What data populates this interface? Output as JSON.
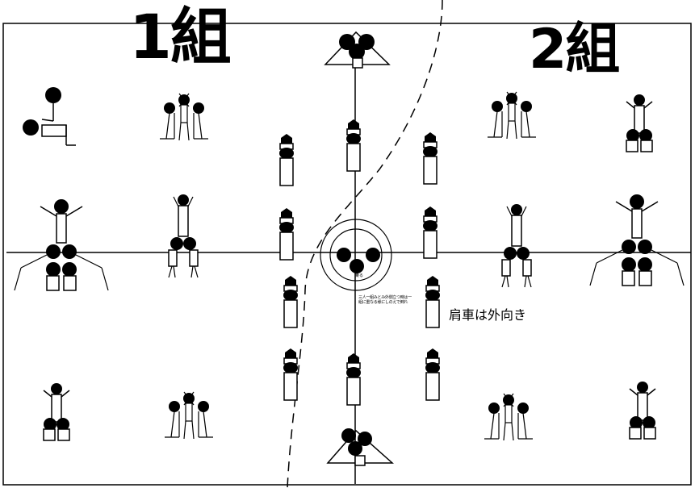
{
  "group_left_title": "1組",
  "group_right_title": "2組",
  "annotation": "肩車は外向き",
  "center_label": "乗る",
  "center_note": "三人一組みとみ外側立つ時は一組に重なる様にしのえで倒れ",
  "colors": {
    "ink": "#000000",
    "paper": "#ffffff"
  }
}
